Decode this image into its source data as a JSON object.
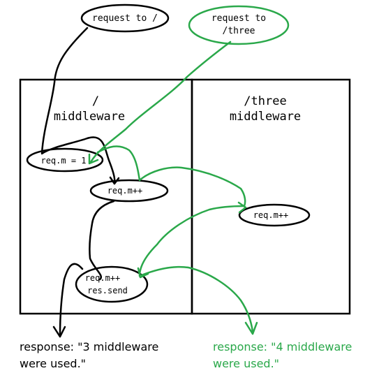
{
  "colors": {
    "black": "#000000",
    "green": "#2aa84a",
    "background": "#ffffff"
  },
  "bubbles": {
    "request_root": "request to /",
    "request_three_line1": "request to",
    "request_three_line2": "/three"
  },
  "panels": {
    "root": {
      "line1": "/",
      "line2": "middleware"
    },
    "three": {
      "line1": "/three",
      "line2": "middleware"
    }
  },
  "nodes": {
    "set": "req.m = 1",
    "inc_root": "req.m++",
    "inc_three": "req.m++",
    "final_line1": "req.m++",
    "final_line2": "res.send"
  },
  "responses": {
    "root": {
      "line1": "response: \"3 middleware",
      "line2": "were used.\""
    },
    "three": {
      "line1": "response: \"4 middleware",
      "line2": "were used.\""
    }
  }
}
